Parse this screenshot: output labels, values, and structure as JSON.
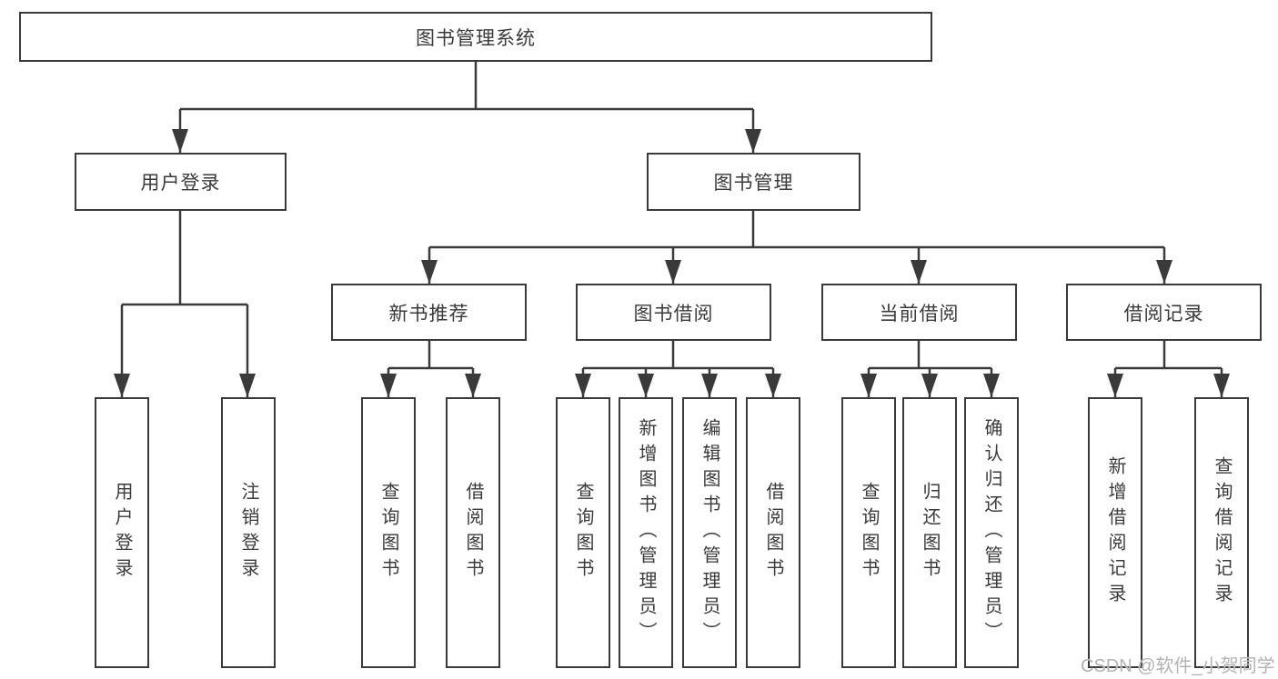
{
  "diagram_title": "图书管理系统",
  "nodes": {
    "root": {
      "label": "图书管理系统"
    },
    "level1": [
      {
        "label": "用户登录"
      },
      {
        "label": "图书管理"
      }
    ],
    "level2": [
      {
        "label": "新书推荐",
        "parent": "图书管理"
      },
      {
        "label": "图书借阅",
        "parent": "图书管理"
      },
      {
        "label": "当前借阅",
        "parent": "图书管理"
      },
      {
        "label": "借阅记录",
        "parent": "图书管理"
      }
    ],
    "leaves": [
      {
        "label": "用户登录",
        "parent": "用户登录"
      },
      {
        "label": "注销登录",
        "parent": "用户登录"
      },
      {
        "label": "查询图书",
        "parent": "新书推荐"
      },
      {
        "label": "借阅图书",
        "parent": "新书推荐"
      },
      {
        "label": "查询图书",
        "parent": "图书借阅"
      },
      {
        "label": "新增图书（管理员）",
        "parent": "图书借阅"
      },
      {
        "label": "编辑图书（管理员）",
        "parent": "图书借阅"
      },
      {
        "label": "借阅图书",
        "parent": "图书借阅"
      },
      {
        "label": "查询图书",
        "parent": "当前借阅"
      },
      {
        "label": "归还图书",
        "parent": "当前借阅"
      },
      {
        "label": "确认归还（管理员）",
        "parent": "当前借阅"
      },
      {
        "label": "新增借阅记录",
        "parent": "借阅记录"
      },
      {
        "label": "查询借阅记录",
        "parent": "借阅记录"
      }
    ]
  },
  "watermark": {
    "text": "CSDN @软件_小贺同学"
  },
  "colors": {
    "line": "#3a3a3a",
    "box_border": "#3a3a3a",
    "text": "#3a3a3a",
    "watermark": "#b3b3b3",
    "background": "#ffffff"
  }
}
